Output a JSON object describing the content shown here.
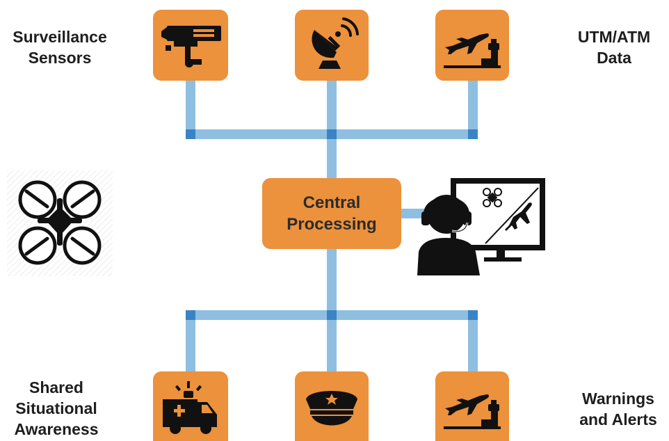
{
  "colors": {
    "accent_box": "#ec913c",
    "connector": "#8fbfe0",
    "junction": "#3a84c6",
    "icon": "#111111"
  },
  "nodes": {
    "central": {
      "line1": "Central",
      "line2": "Processing"
    },
    "inputs": [
      {
        "icon": "cctv-camera-icon"
      },
      {
        "icon": "satellite-dish-icon"
      },
      {
        "icon": "airport-departure-icon"
      }
    ],
    "outputs": [
      {
        "icon": "ambulance-icon"
      },
      {
        "icon": "police-cap-icon"
      },
      {
        "icon": "airport-departure-icon"
      }
    ]
  },
  "labels": {
    "top_left": [
      "Surveillance",
      "Sensors"
    ],
    "top_right": [
      "UTM/ATM",
      "Data"
    ],
    "bottom_left": [
      "Shared",
      "Situational",
      "Awareness"
    ],
    "bottom_right": [
      "Warnings",
      "and Alerts"
    ]
  },
  "side_icons": {
    "left": "quadcopter-drone-icon",
    "right": "operator-monitor-icon"
  }
}
